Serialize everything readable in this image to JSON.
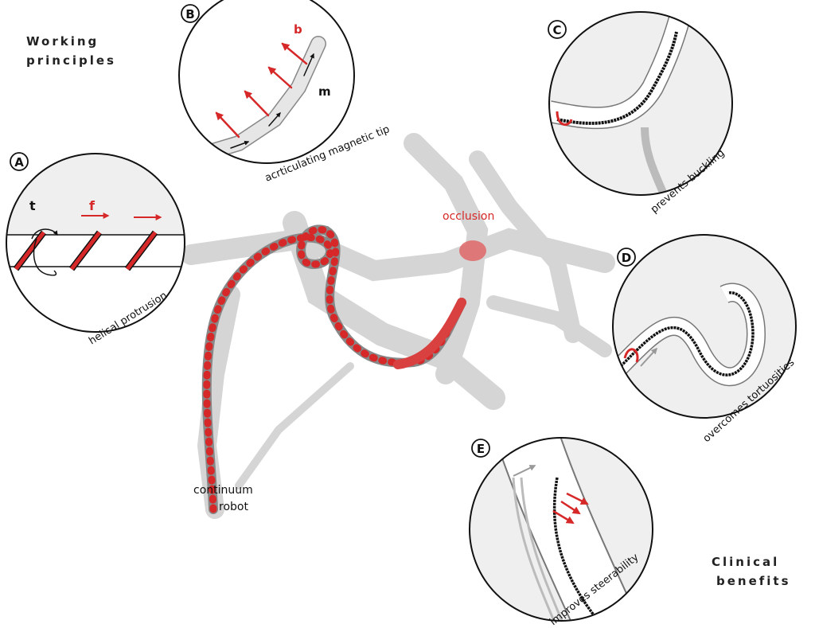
{
  "titles": {
    "working_line1": "Working",
    "working_line2": "principles",
    "clinical_line1": "Clinical",
    "clinical_line2": "benefits"
  },
  "panels": {
    "A": {
      "letter": "A",
      "caption": "helical protrusion",
      "labels": {
        "torque": "t",
        "force": "f"
      }
    },
    "B": {
      "letter": "B",
      "caption": "acrticulating magnetic tip",
      "labels": {
        "field": "b",
        "moment": "m"
      }
    },
    "C": {
      "letter": "C",
      "caption": "prevents buckling"
    },
    "D": {
      "letter": "D",
      "caption": "overcomes tortuosities"
    },
    "E": {
      "letter": "E",
      "caption": "improves steerability"
    }
  },
  "center": {
    "robot_line1": "continuum",
    "robot_line2": "robot",
    "occlusion": "occlusion"
  },
  "colors": {
    "accent": "#d62828",
    "vessel": "#c8c8c8",
    "panel_fill": "#efefef"
  }
}
